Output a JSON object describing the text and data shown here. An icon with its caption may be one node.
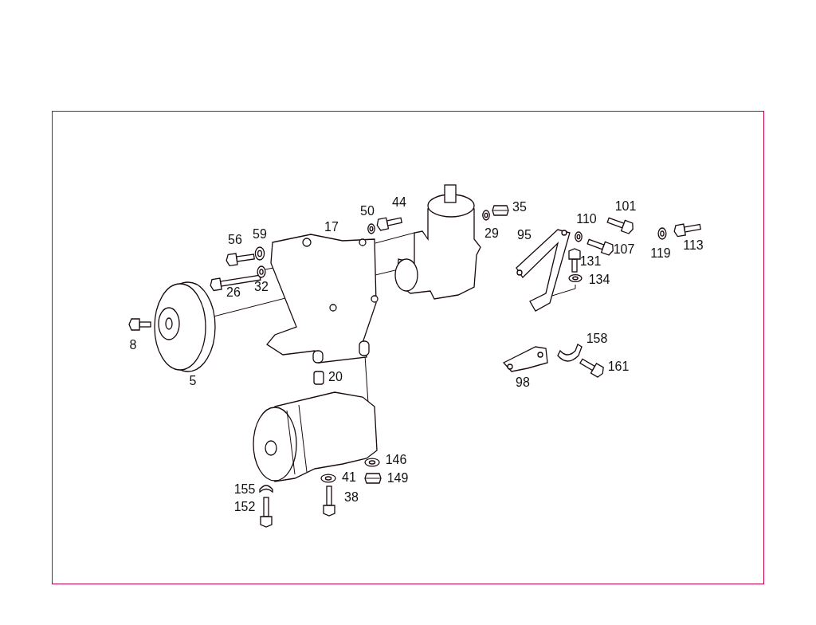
{
  "diagram": {
    "nodes": [
      {
        "text": [],
        "shape": "picture",
        "beside": [
          "5"
        ]
      },
      {
        "text": [],
        "shape": "picture"
      },
      {
        "text": [],
        "shape": "picture"
      },
      {
        "text": [],
        "shape": "picture",
        "beside": [
          "17"
        ]
      },
      {
        "text": [],
        "shape": "picture"
      },
      {
        "text": [],
        "shape": "picture"
      },
      {
        "text": [],
        "shape": "picture"
      }
    ],
    "edges": [
      {
        "from": 0,
        "to": 3,
        "arrow": "none"
      },
      {
        "from": 3,
        "to": 1,
        "arrow": "none"
      },
      {
        "from": 2,
        "to": 3,
        "arrow": "none"
      },
      {
        "from": 3,
        "to": 1,
        "arrow": "none"
      },
      {
        "from": 3,
        "to": 4,
        "arrow": "none"
      },
      {
        "from": 5,
        "to": 6,
        "arrow": "none"
      }
    ],
    "labels": [
      "44",
      "101",
      "50",
      "35",
      "110",
      "56",
      "59",
      "29",
      "95",
      "113",
      "107",
      "119",
      "131",
      "134",
      "32",
      "26",
      "8",
      "158",
      "161",
      "20",
      "98",
      "146",
      "41",
      "149",
      "155",
      "38",
      "152"
    ]
  }
}
